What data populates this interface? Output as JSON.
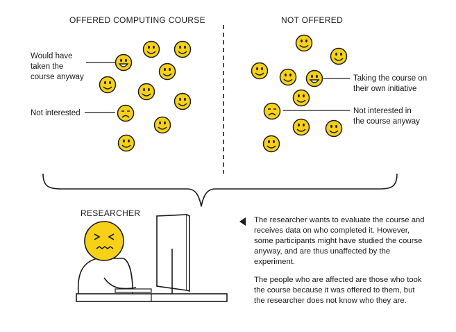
{
  "left_group": {
    "heading": "OFFERED COMPUTING COURSE",
    "annotations": {
      "would_have": "Would have\ntaken the\ncourse anyway",
      "not_interested": "Not interested"
    }
  },
  "right_group": {
    "heading": "NOT OFFERED",
    "annotations": {
      "own_initiative": "Taking the course on\ntheir own initiative",
      "not_interested": "Not interested in\nthe course anyway"
    }
  },
  "researcher": {
    "label": "RESEARCHER"
  },
  "explanation": {
    "paragraph_1": "The researcher wants to evaluate the course and\nreceives data on who completed it. However,\nsome participants might have studied the course\nanyway, and are thus unaffected by the\nexperiment.",
    "paragraph_2": "The people who are affected are those who took\nthe course because it was offered to them, but\nthe researcher does not know who they are."
  },
  "colors": {
    "face_fill": "#f7d117",
    "outline": "#1a1a1a"
  }
}
